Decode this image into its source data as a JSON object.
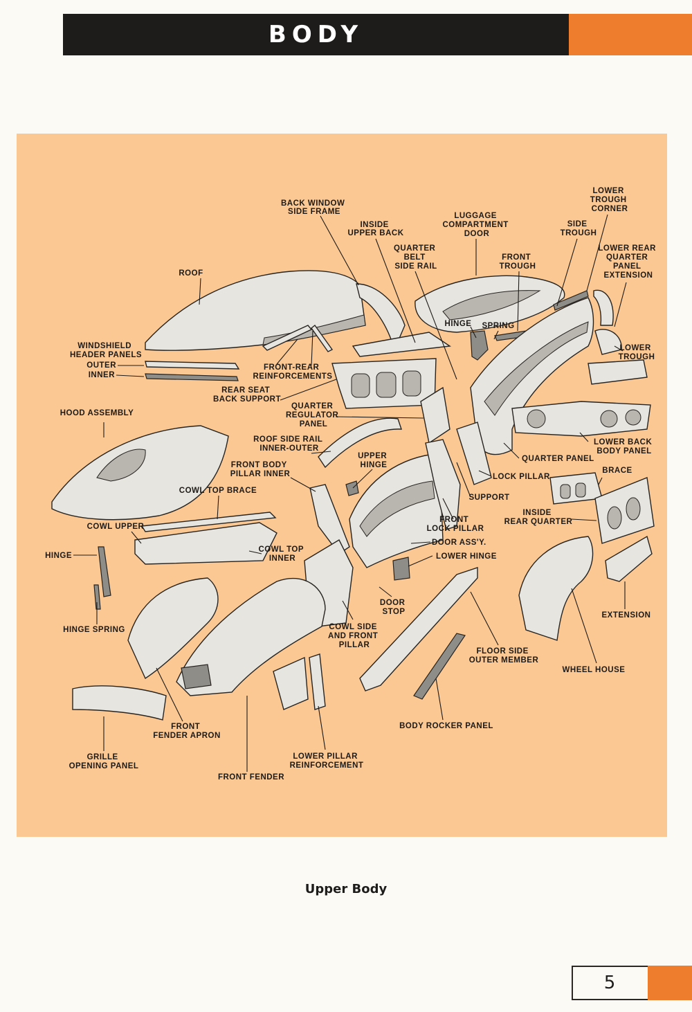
{
  "header": {
    "title": "BODY",
    "accent_color": "#ee7e2e",
    "bar_color": "#1e1c1b"
  },
  "diagram": {
    "background_color": "#fbc893",
    "labels": {
      "back_window_side_frame": [
        "BACK WINDOW",
        "SIDE FRAME"
      ],
      "inside_upper_back": [
        "INSIDE",
        "UPPER BACK"
      ],
      "luggage_compartment_door": [
        "LUGGAGE",
        "COMPARTMENT",
        "DOOR"
      ],
      "lower_trough_corner": [
        "LOWER",
        "TROUGH",
        "CORNER"
      ],
      "side_trough": [
        "SIDE",
        "TROUGH"
      ],
      "quarter_belt_side_rail": [
        "QUARTER",
        "BELT",
        "SIDE RAIL"
      ],
      "front_trough": [
        "FRONT",
        "TROUGH"
      ],
      "lower_rear_quarter_panel_extension": [
        "LOWER REAR",
        "QUARTER",
        "PANEL",
        "EXTENSION"
      ],
      "roof": [
        "ROOF"
      ],
      "windshield_header_panels": [
        "WINDSHIELD",
        "HEADER PANELS"
      ],
      "outer": [
        "OUTER"
      ],
      "inner": [
        "INNER"
      ],
      "front_rear_reinforcements": [
        "FRONT-REAR",
        "REINFORCEMENTS"
      ],
      "hinge_top": [
        "HINGE"
      ],
      "spring": [
        "SPRING"
      ],
      "lower_trough": [
        "LOWER",
        "TROUGH"
      ],
      "rear_seat_back_support": [
        "REAR SEAT",
        "BACK SUPPORT"
      ],
      "quarter_regulator_panel": [
        "QUARTER",
        "REGULATOR",
        "PANEL"
      ],
      "hood_assembly": [
        "HOOD ASSEMBLY"
      ],
      "roof_side_rail": [
        "ROOF SIDE RAIL",
        "INNER-OUTER"
      ],
      "upper_hinge": [
        "UPPER",
        "HINGE"
      ],
      "front_body_pillar_inner": [
        "FRONT BODY",
        "PILLAR INNER"
      ],
      "lower_back_body_panel": [
        "LOWER BACK",
        "BODY PANEL"
      ],
      "quarter_panel": [
        "QUARTER PANEL"
      ],
      "lock_pillar": [
        "LOCK PILLAR"
      ],
      "brace": [
        "BRACE"
      ],
      "cowl_top_brace": [
        "COWL TOP BRACE"
      ],
      "support": [
        "SUPPORT"
      ],
      "inside_rear_quarter": [
        "INSIDE",
        "REAR QUARTER"
      ],
      "cowl_upper": [
        "COWL UPPER"
      ],
      "front_lock_pillar": [
        "FRONT",
        "LOCK PILLAR"
      ],
      "door_assy": [
        "DOOR ASS'Y."
      ],
      "hinge_left": [
        "HINGE"
      ],
      "cowl_top_inner": [
        "COWL TOP",
        "INNER"
      ],
      "lower_hinge": [
        "LOWER HINGE"
      ],
      "door_stop": [
        "DOOR",
        "STOP"
      ],
      "hinge_spring": [
        "HINGE SPRING"
      ],
      "cowl_side_front_pillar": [
        "COWL SIDE",
        "AND FRONT",
        "PILLAR"
      ],
      "extension": [
        "EXTENSION"
      ],
      "floor_side_outer_member": [
        "FLOOR SIDE",
        "OUTER MEMBER"
      ],
      "wheel_house": [
        "WHEEL HOUSE"
      ],
      "front_fender_apron": [
        "FRONT",
        "FENDER APRON"
      ],
      "body_rocker_panel": [
        "BODY ROCKER PANEL"
      ],
      "grille_opening_panel": [
        "GRILLE",
        "OPENING PANEL"
      ],
      "lower_pillar_reinforcement": [
        "LOWER PILLAR",
        "REINFORCEMENT"
      ],
      "front_fender": [
        "FRONT FENDER"
      ]
    }
  },
  "caption": "Upper Body",
  "page_number": "5"
}
